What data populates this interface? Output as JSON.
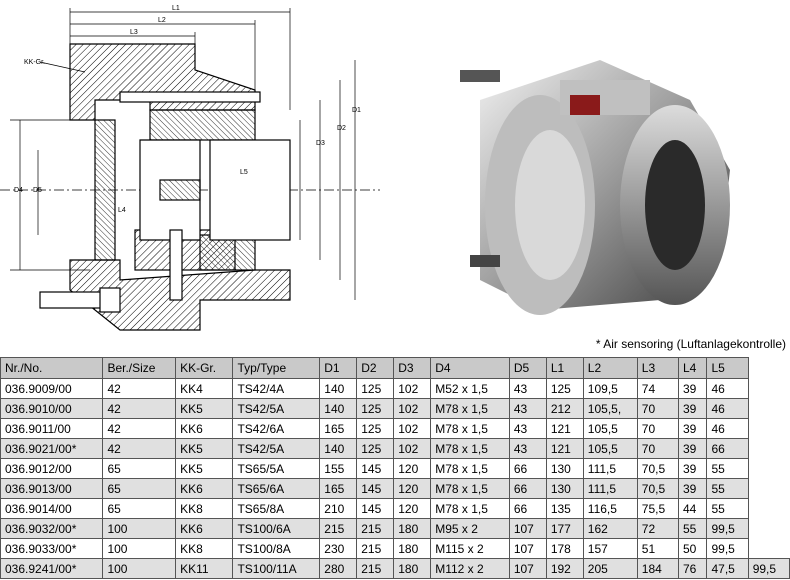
{
  "drawing": {
    "dimension_labels": [
      "L1",
      "L2",
      "L3",
      "L4",
      "L5",
      "KK-Gr.",
      "D1",
      "D2",
      "D3",
      "D4",
      "D5"
    ]
  },
  "footnote": "* Air sensoring (Luftanlagekontrolle)",
  "table": {
    "headers": [
      "Nr./No.",
      "Ber./Size",
      "KK-Gr.",
      "Typ/Type",
      "D1",
      "D2",
      "D3",
      "D4",
      "D5",
      "L1",
      "L2",
      "L3",
      "L4",
      "L5"
    ],
    "rows": [
      [
        "036.9009/00",
        "42",
        "KK4",
        "TS42/4A",
        "140",
        "125",
        "102",
        "M52 x 1,5",
        "43",
        "125",
        "109,5",
        "74",
        "39",
        "46"
      ],
      [
        "036.9010/00",
        "42",
        "KK5",
        "TS42/5A",
        "140",
        "125",
        "102",
        "M78 x 1,5",
        "43",
        "212",
        "105,5,",
        "70",
        "39",
        "46"
      ],
      [
        "036.9011/00",
        "42",
        "KK6",
        "TS42/6A",
        "165",
        "125",
        "102",
        "M78 x 1,5",
        "43",
        "121",
        "105,5",
        "70",
        "39",
        "46"
      ],
      [
        "036.9021/00*",
        "42",
        "KK5",
        "TS42/5A",
        "140",
        "125",
        "102",
        "M78 x 1,5",
        "43",
        "121",
        "105,5",
        "70",
        "39",
        "66"
      ],
      [
        "036.9012/00",
        "65",
        "KK5",
        "TS65/5A",
        "155",
        "145",
        "120",
        "M78 x 1,5",
        "66",
        "130",
        "111,5",
        "70,5",
        "39",
        "55"
      ],
      [
        "036.9013/00",
        "65",
        "KK6",
        "TS65/6A",
        "165",
        "145",
        "120",
        "M78 x 1,5",
        "66",
        "130",
        "111,5",
        "70,5",
        "39",
        "55"
      ],
      [
        "036.9014/00",
        "65",
        "KK8",
        "TS65/8A",
        "210",
        "145",
        "120",
        "M78 x 1,5",
        "66",
        "135",
        "116,5",
        "75,5",
        "44",
        "55"
      ],
      [
        "036.9032/00*",
        "100",
        "KK6",
        "TS100/6A",
        "215",
        "215",
        "180",
        "M95 x 2",
        "107",
        "177",
        "162",
        "72",
        "55",
        "99,5"
      ],
      [
        "036.9033/00*",
        "100",
        "KK8",
        "TS100/8A",
        "230",
        "215",
        "180",
        "M115 x 2",
        "107",
        "178",
        "157",
        "51",
        "50",
        "99,5"
      ],
      [
        "036.9241/00*",
        "100",
        "KK11",
        "TS100/11A",
        "280",
        "215",
        "180",
        "M112 x 2",
        "107",
        "192",
        "205",
        "184",
        "76",
        "47,5",
        "99,5"
      ]
    ]
  }
}
